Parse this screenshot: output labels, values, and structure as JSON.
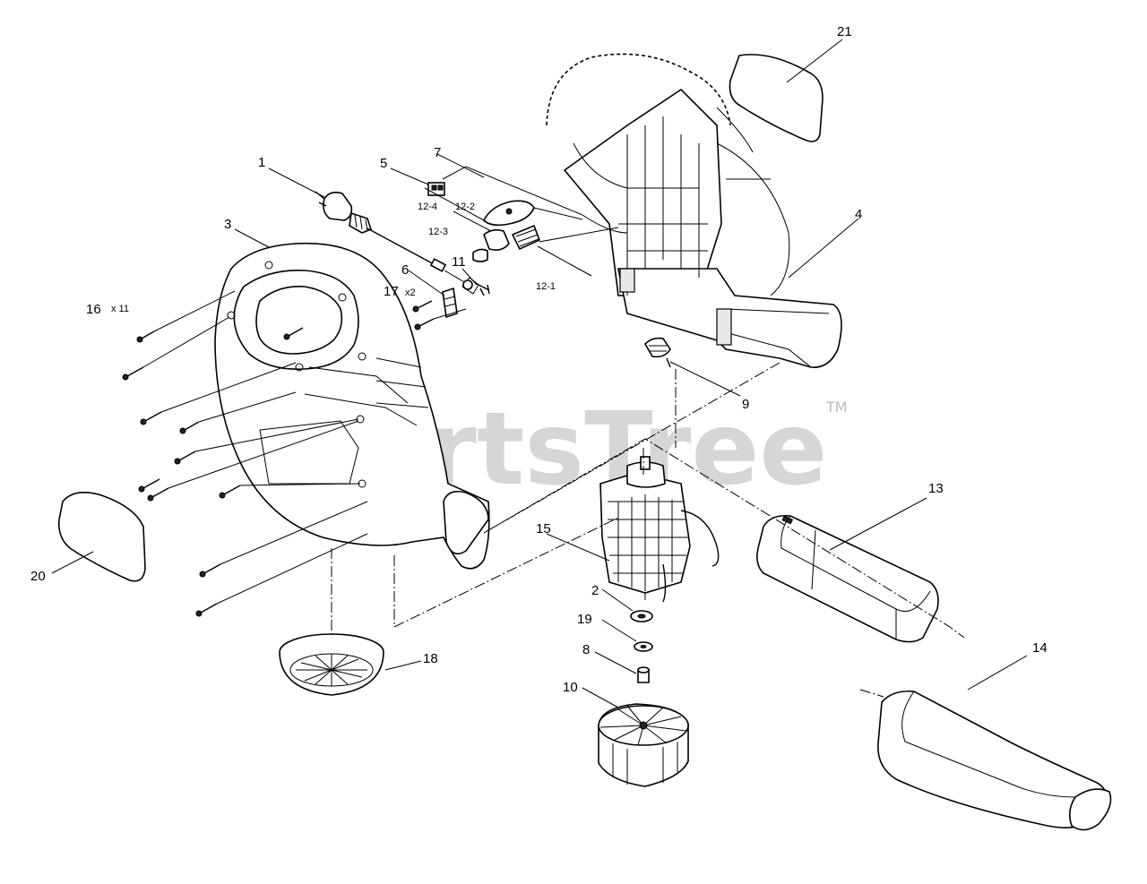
{
  "watermark": {
    "text": "PartsTree",
    "trademark": "TM"
  },
  "callouts": {
    "c1": "1",
    "c2": "2",
    "c3": "3",
    "c4": "4",
    "c5": "5",
    "c6": "6",
    "c7": "7",
    "c8": "8",
    "c9": "9",
    "c10": "10",
    "c11": "11",
    "c12_1": "12-1",
    "c12_2": "12-2",
    "c12_3": "12-3",
    "c12_4": "12-4",
    "c13": "13",
    "c14": "14",
    "c15": "15",
    "c16": "16",
    "c16_qty": "x 11",
    "c17": "17",
    "c17_qty": "x2",
    "c18": "18",
    "c19": "19",
    "c20": "20",
    "c21": "21"
  }
}
